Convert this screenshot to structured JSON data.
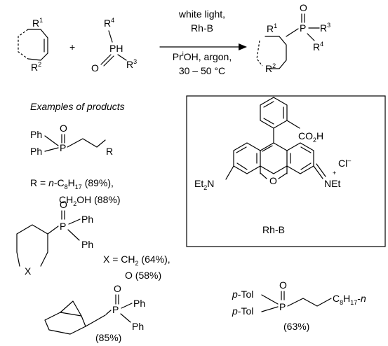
{
  "reaction": {
    "alkene": {
      "r1": "R",
      "r1_sup": "1",
      "r2": "R",
      "r2_sup": "2"
    },
    "plus": "+",
    "phosphine_oxide": {
      "r4": "R",
      "r4_sup": "4",
      "ph": "PH",
      "o": "O",
      "r3": "R",
      "r3_sup": "3"
    },
    "conditions": {
      "line1": "white light,",
      "line2": "Rh-B",
      "line3_a": "Pr",
      "line3_sup": "i",
      "line3_b": "OH, argon,",
      "line4": "30 – 50 °C"
    },
    "product": {
      "o": "O",
      "p": "P",
      "r1": "R",
      "r1_sup": "1",
      "r2": "R",
      "r2_sup": "2",
      "r3": "R",
      "r3_sup": "3",
      "r4": "R",
      "r4_sup": "4"
    }
  },
  "examples": {
    "heading": "Examples of products",
    "ex1": {
      "o": "O",
      "ph1": "Ph",
      "ph2": "Ph",
      "p": "P",
      "r": "R",
      "line1_a": "R  =  ",
      "line1_b": "n",
      "line1_c": "-C",
      "line1_sub1": "8",
      "line1_d": "H",
      "line1_sub2": "17",
      "line1_e": " (89%),",
      "line2_a": "CH",
      "line2_sub": "2",
      "line2_b": "OH (88%)"
    },
    "ex2": {
      "o": "O",
      "p": "P",
      "ph1": "Ph",
      "ph2": "Ph",
      "x": "X",
      "line1_a": "X  =  CH",
      "line1_sub": "2",
      "line1_b": " (64%),",
      "line2": "O (58%)"
    },
    "ex3": {
      "o": "O",
      "p": "P",
      "ph1": "Ph",
      "ph2": "Ph",
      "yield": "(85%)"
    },
    "ex4": {
      "tol1": "p",
      "tol1_b": "-Tol",
      "tol2": "p",
      "tol2_b": "-Tol",
      "o": "O",
      "p": "P",
      "c": "C",
      "c_sub1": "8",
      "h": "H",
      "c_sub2": "17",
      "n_a": "-",
      "n": "n",
      "yield": "(63%)"
    }
  },
  "catalyst": {
    "name": "Rh-B",
    "co2h_a": "CO",
    "co2h_sub": "2",
    "co2h_b": "H",
    "cl": "Cl",
    "cl_sup": "–",
    "et2n_a": "Et",
    "et2n_sub": "2",
    "et2n_b": "N",
    "o": "O",
    "net": "NEt",
    "plus": "+"
  }
}
